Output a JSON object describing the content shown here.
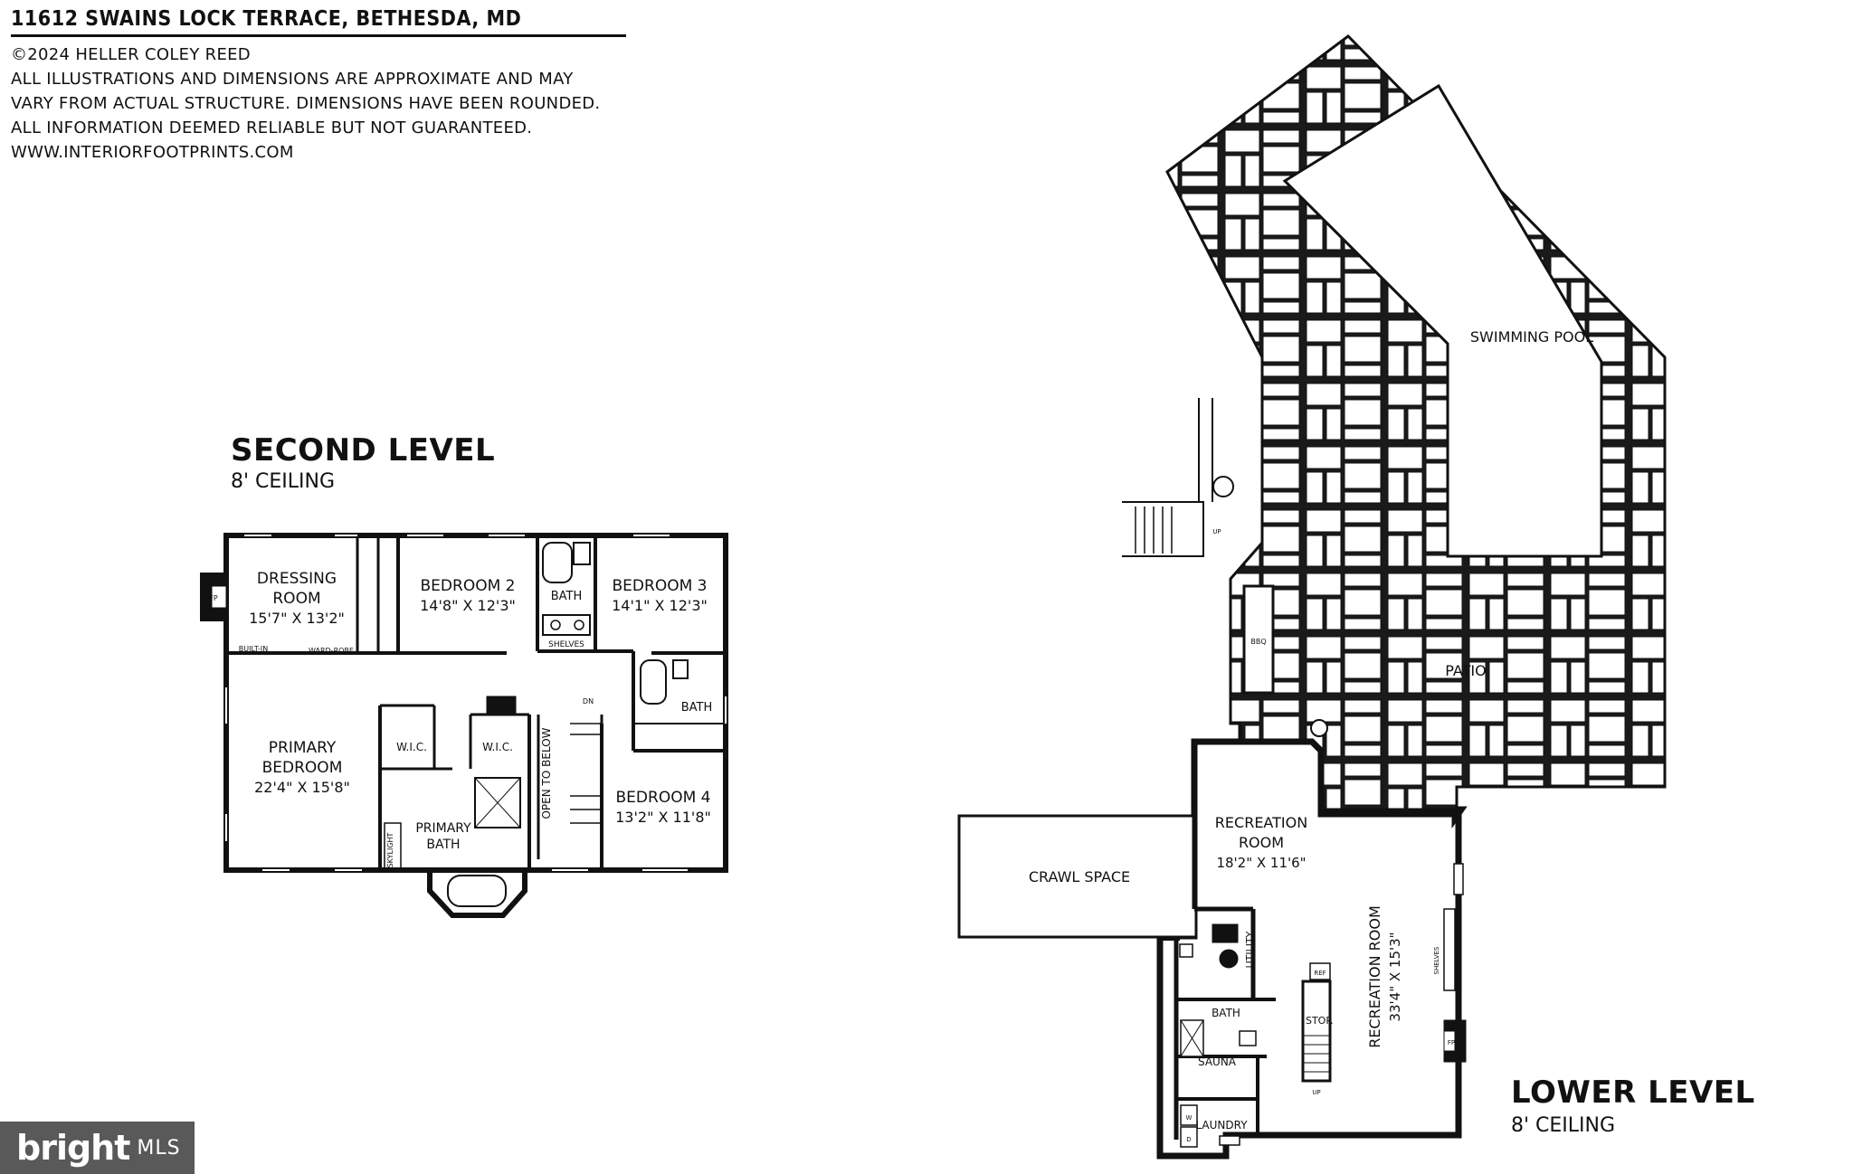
{
  "header": {
    "title": "11612 SWAINS LOCK TERRACE, BETHESDA, MD",
    "lines": [
      "©2024 HELLER COLEY REED",
      "ALL ILLUSTRATIONS AND DIMENSIONS ARE APPROXIMATE AND MAY",
      "VARY FROM ACTUAL STRUCTURE. DIMENSIONS HAVE BEEN ROUNDED.",
      "ALL INFORMATION DEEMED RELIABLE BUT NOT GUARANTEED.",
      "WWW.INTERIORFOOTPRINTS.COM"
    ]
  },
  "second_level": {
    "title": "SECOND LEVEL",
    "ceiling": "8' CEILING",
    "rooms": {
      "dressing_1": "DRESSING",
      "dressing_2": "ROOM",
      "dressing_dim": "15'7\" X 13'2\"",
      "bed2": "BEDROOM 2",
      "bed2_dim": "14'8\" X 12'3\"",
      "bath_a": "BATH",
      "bed3": "BEDROOM 3",
      "bed3_dim": "14'1\" X 12'3\"",
      "shelves": "SHELVES",
      "built_in": "BUILT-IN",
      "wardrobe": "WARD-ROBE",
      "fp": "FP",
      "primary_1": "PRIMARY",
      "primary_2": "BEDROOM",
      "primary_dim": "22'4\" X 15'8\"",
      "wic1": "W.I.C.",
      "wic2": "W.I.C.",
      "pbath_1": "PRIMARY",
      "pbath_2": "BATH",
      "skylight": "SKYLIGHT",
      "open_below": "OPEN TO BELOW",
      "dn": "DN",
      "bath_b": "BATH",
      "bed4": "BEDROOM 4",
      "bed4_dim": "13'2\" X 11'8\""
    }
  },
  "lower_level": {
    "title": "LOWER LEVEL",
    "ceiling": "8' CEILING",
    "rooms": {
      "pool": "SWIMMING POOL",
      "patio": "PATIO",
      "bbq": "BBQ",
      "up": "UP",
      "rec1_1": "RECREATION",
      "rec1_2": "ROOM",
      "rec1_dim": "18'2\" X 11'6\"",
      "crawl": "CRAWL SPACE",
      "utility": "UTILITY",
      "rec2": "RECREATION ROOM",
      "rec2_dim": "33'4\" X 15'3\"",
      "shelves": "SHELVES",
      "ref": "REF",
      "stor": "STOR",
      "bath": "BATH",
      "sauna": "SAUNA",
      "fp": "FP",
      "laundry": "LAUNDRY",
      "w": "W",
      "d": "D",
      "up2": "UP"
    }
  },
  "watermark": {
    "brand": "bright",
    "suffix": "MLS"
  }
}
